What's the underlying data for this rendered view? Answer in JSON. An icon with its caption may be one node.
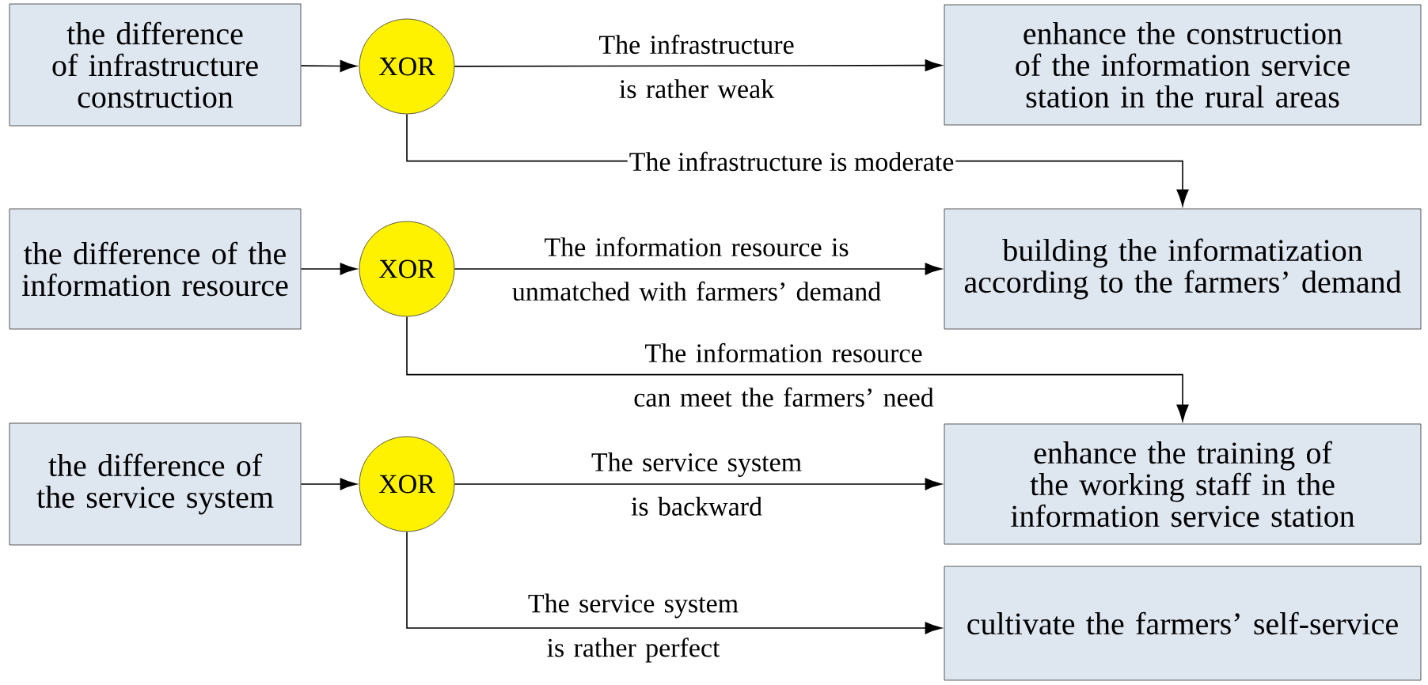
{
  "diagram": {
    "nodes": [
      {
        "text": [
          "the difference of infrastructure construction"
        ]
      },
      {
        "text": [
          "XOR"
        ]
      },
      {
        "text": [
          "enhance the construction of the information service station in the rural areas"
        ]
      },
      {
        "text": [
          "the difference of the information resource"
        ]
      },
      {
        "text": [
          "XOR"
        ]
      },
      {
        "text": [
          "building the informatization according to the farmers’ demand"
        ]
      },
      {
        "text": [
          "the difference of the service system"
        ]
      },
      {
        "text": [
          "XOR"
        ]
      },
      {
        "text": [
          "enhance the training of the working staff in the information service station"
        ]
      },
      {
        "text": [
          "cultivate the farmers’ self-service"
        ]
      }
    ],
    "edges": [
      {
        "from": 0,
        "to": 1,
        "arrow": "to"
      },
      {
        "from": 1,
        "to": 2,
        "arrow": "to",
        "label": "The infrastructure is rather weak"
      },
      {
        "from": 1,
        "to": 5,
        "arrow": "to",
        "label": "The infrastructure is moderate"
      },
      {
        "from": 3,
        "to": 4,
        "arrow": "to"
      },
      {
        "from": 4,
        "to": 5,
        "arrow": "to",
        "label": "The information resource is unmatched with farmers’ demand"
      },
      {
        "from": 4,
        "to": 8,
        "arrow": "to",
        "label": "The information resource can meet the farmers’ need"
      },
      {
        "from": 6,
        "to": 7,
        "arrow": "to"
      },
      {
        "from": 7,
        "to": 8,
        "arrow": "to",
        "label": "The service system is backward"
      },
      {
        "from": 7,
        "to": 9,
        "arrow": "to",
        "label": "The service system is rather perfect"
      }
    ]
  }
}
